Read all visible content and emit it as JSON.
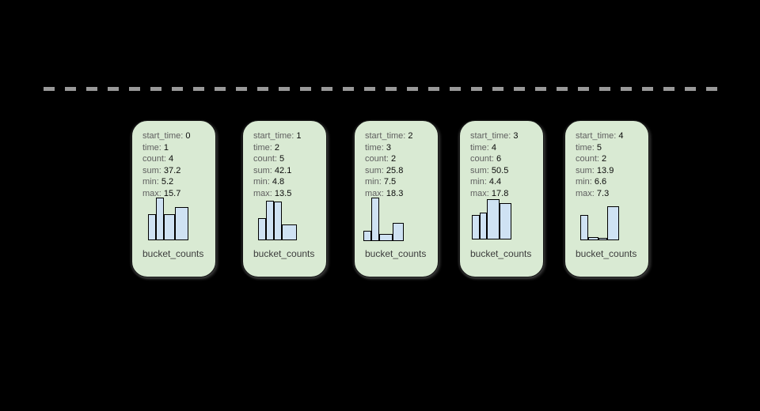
{
  "divider": {
    "type": "horizontal-dashed-line",
    "color": "#999999"
  },
  "colors": {
    "background": "#000000",
    "card_background": "#d9ead3",
    "card_border": "#141414",
    "bar_fill": "#cfe2f3",
    "bar_border": "#000000",
    "label_text": "#5f5f5f",
    "value_text": "#0a0a0a",
    "footer_text": "#3c3c3c"
  },
  "cards": [
    {
      "fields": [
        {
          "label": "start_time:",
          "value": "0"
        },
        {
          "label": "time:",
          "value": "1"
        },
        {
          "label": "count:",
          "value": "4"
        },
        {
          "label": "sum:",
          "value": "37.2"
        },
        {
          "label": "min:",
          "value": "5.2"
        },
        {
          "label": "max:",
          "value": "15.7"
        }
      ],
      "footer": "bucket_counts",
      "histogram": {
        "type": "bar",
        "baseline": 151,
        "bars": [
          {
            "x": 20,
            "w": 10,
            "h": 33
          },
          {
            "x": 30,
            "w": 10,
            "h": 54
          },
          {
            "x": 40,
            "w": 14,
            "h": 33
          },
          {
            "x": 54,
            "w": 17,
            "h": 42
          }
        ]
      }
    },
    {
      "fields": [
        {
          "label": "start_time:",
          "value": "1"
        },
        {
          "label": "time:",
          "value": "2"
        },
        {
          "label": "count:",
          "value": "5"
        },
        {
          "label": "sum:",
          "value": "42.1"
        },
        {
          "label": "min:",
          "value": "4.8"
        },
        {
          "label": "max:",
          "value": "13.5"
        }
      ],
      "footer": "bucket_counts",
      "histogram": {
        "type": "bar",
        "baseline": 151,
        "bars": [
          {
            "x": 19,
            "w": 10,
            "h": 28
          },
          {
            "x": 29,
            "w": 10,
            "h": 50
          },
          {
            "x": 39,
            "w": 10,
            "h": 49
          },
          {
            "x": 49,
            "w": 19,
            "h": 20
          }
        ]
      }
    },
    {
      "fields": [
        {
          "label": "start_time:",
          "value": "2"
        },
        {
          "label": "time:",
          "value": "3"
        },
        {
          "label": "count:",
          "value": "2"
        },
        {
          "label": "sum:",
          "value": "25.8"
        },
        {
          "label": "min:",
          "value": "7.5"
        },
        {
          "label": "max:",
          "value": "18.3"
        }
      ],
      "footer": "bucket_counts",
      "histogram": {
        "type": "bar",
        "baseline": 152,
        "bars": [
          {
            "x": 11,
            "w": 10,
            "h": 13
          },
          {
            "x": 21,
            "w": 10,
            "h": 55
          },
          {
            "x": 31,
            "w": 17,
            "h": 9
          },
          {
            "x": 48,
            "w": 14,
            "h": 23
          }
        ]
      }
    },
    {
      "fields": [
        {
          "label": "start_time:",
          "value": "3"
        },
        {
          "label": "time:",
          "value": "4"
        },
        {
          "label": "count:",
          "value": "6"
        },
        {
          "label": "sum:",
          "value": "50.5"
        },
        {
          "label": "min:",
          "value": "4.4"
        },
        {
          "label": "max:",
          "value": "17.8"
        }
      ],
      "footer": "bucket_counts",
      "histogram": {
        "type": "bar",
        "baseline": 150,
        "bars": [
          {
            "x": 15,
            "w": 10,
            "h": 31
          },
          {
            "x": 25,
            "w": 9,
            "h": 34
          },
          {
            "x": 34,
            "w": 16,
            "h": 51
          },
          {
            "x": 50,
            "w": 15,
            "h": 46
          }
        ]
      }
    },
    {
      "fields": [
        {
          "label": "start_time:",
          "value": "4"
        },
        {
          "label": "time:",
          "value": "5"
        },
        {
          "label": "count:",
          "value": "2"
        },
        {
          "label": "sum:",
          "value": "13.9"
        },
        {
          "label": "min:",
          "value": "6.6"
        },
        {
          "label": "max:",
          "value": "7.3"
        }
      ],
      "footer": "bucket_counts",
      "histogram": {
        "type": "bar",
        "baseline": 151,
        "bars": [
          {
            "x": 19,
            "w": 10,
            "h": 32
          },
          {
            "x": 29,
            "w": 13,
            "h": 4
          },
          {
            "x": 42,
            "w": 11,
            "h": 3
          },
          {
            "x": 53,
            "w": 15,
            "h": 43
          }
        ]
      }
    }
  ]
}
